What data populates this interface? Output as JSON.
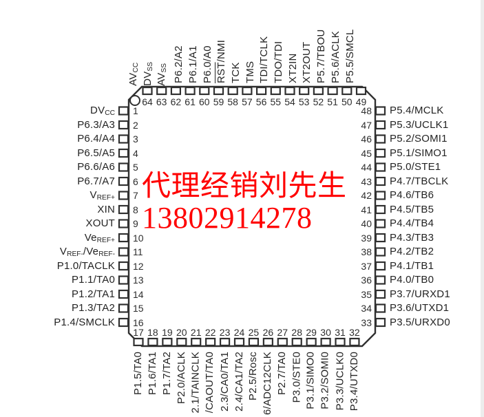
{
  "watermark": {
    "line1": "代理经销刘先生",
    "line2": "13802914278",
    "color": "#ff0000"
  },
  "chip": {
    "package": "64-pin quad flat package outline",
    "ink_color": "#303030",
    "pins": {
      "top": [
        {
          "num": 64,
          "label": "AV~CC~"
        },
        {
          "num": 63,
          "label": "DV~SS~"
        },
        {
          "num": 62,
          "label": "AV~SS~"
        },
        {
          "num": 61,
          "label": "P6.2/A2"
        },
        {
          "num": 60,
          "label": "P6.1/A1"
        },
        {
          "num": 59,
          "label": "P6.0/A0"
        },
        {
          "num": 58,
          "label": "^RST^/NMI"
        },
        {
          "num": 57,
          "label": "TCK"
        },
        {
          "num": 56,
          "label": "TMS"
        },
        {
          "num": 55,
          "label": "TDI/TCLK"
        },
        {
          "num": 54,
          "label": "TDO/TDI"
        },
        {
          "num": 53,
          "label": "XT2IN"
        },
        {
          "num": 52,
          "label": "XT2OUT"
        },
        {
          "num": 51,
          "label": "P5.7/TBOU"
        },
        {
          "num": 50,
          "label": "P5.6/ACLK"
        },
        {
          "num": 49,
          "label": "P5.5/SMCL"
        }
      ],
      "left": [
        {
          "num": 1,
          "label": "DV~CC~"
        },
        {
          "num": 2,
          "label": "P6.3/A3"
        },
        {
          "num": 3,
          "label": "P6.4/A4"
        },
        {
          "num": 4,
          "label": "P6.5/A5"
        },
        {
          "num": 5,
          "label": "P6.6/A6"
        },
        {
          "num": 6,
          "label": "P6.7/A7"
        },
        {
          "num": 7,
          "label": "V~REF+~"
        },
        {
          "num": 8,
          "label": "XIN"
        },
        {
          "num": 9,
          "label": "XOUT"
        },
        {
          "num": 10,
          "label": "Ve~REF+~"
        },
        {
          "num": 11,
          "label": "V~REF-~/Ve~REF-~"
        },
        {
          "num": 12,
          "label": "P1.0/TACLK"
        },
        {
          "num": 13,
          "label": "P1.1/TA0"
        },
        {
          "num": 14,
          "label": "P1.2/TA1"
        },
        {
          "num": 15,
          "label": "P1.3/TA2"
        },
        {
          "num": 16,
          "label": "P1.4/SMCLK"
        }
      ],
      "right": [
        {
          "num": 48,
          "label": "P5.4/MCLK"
        },
        {
          "num": 47,
          "label": "P5.3/UCLK1"
        },
        {
          "num": 46,
          "label": "P5.2/SOMI1"
        },
        {
          "num": 45,
          "label": "P5.1/SIMO1"
        },
        {
          "num": 44,
          "label": "P5.0/STE1"
        },
        {
          "num": 43,
          "label": "P4.7/TBCLK"
        },
        {
          "num": 42,
          "label": "P4.6/TB6"
        },
        {
          "num": 41,
          "label": "P4.5/TB5"
        },
        {
          "num": 40,
          "label": "P4.4/TB4"
        },
        {
          "num": 39,
          "label": "P4.3/TB3"
        },
        {
          "num": 38,
          "label": "P4.2/TB2"
        },
        {
          "num": 37,
          "label": "P4.1/TB1"
        },
        {
          "num": 36,
          "label": "P4.0/TB0"
        },
        {
          "num": 35,
          "label": "P3.7/URXD1"
        },
        {
          "num": 34,
          "label": "P3.6/UTXD1"
        },
        {
          "num": 33,
          "label": "P3.5/URXD0"
        }
      ],
      "bottom": [
        {
          "num": 17,
          "label": "P1.5/TA0"
        },
        {
          "num": 18,
          "label": "P1.6/TA1"
        },
        {
          "num": 19,
          "label": "P1.7/TA2"
        },
        {
          "num": 20,
          "label": "P2.0/ACLK"
        },
        {
          "num": 21,
          "label": "2.1/TAINCLK"
        },
        {
          "num": 22,
          "label": "/CAOUT/TA0"
        },
        {
          "num": 23,
          "label": "2.3/CA0/TA1"
        },
        {
          "num": 24,
          "label": "2.4/CA1/TA2"
        },
        {
          "num": 25,
          "label": "P2.5/Rosc"
        },
        {
          "num": 26,
          "label": "6/ADC12CLK"
        },
        {
          "num": 27,
          "label": "P2.7/TA0"
        },
        {
          "num": 28,
          "label": "P3.0/STE0"
        },
        {
          "num": 29,
          "label": "P3.1/SIMO0"
        },
        {
          "num": 30,
          "label": "P3.2/SOMI0"
        },
        {
          "num": 31,
          "label": "P3.3/UCLK0"
        },
        {
          "num": 32,
          "label": "P3.4/UTXD0"
        }
      ]
    }
  }
}
